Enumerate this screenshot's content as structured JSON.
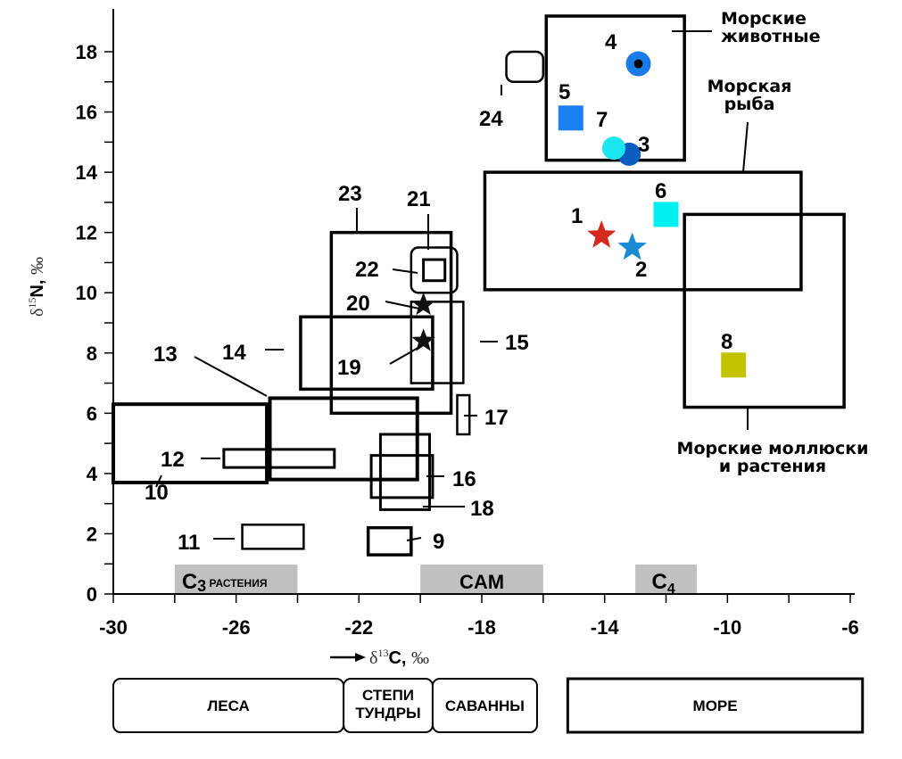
{
  "chart_data": {
    "type": "scatter",
    "title": "",
    "xlabel": "δ13C, ‰",
    "ylabel": "δ15N, ‰",
    "xlim": [
      -30,
      -6
    ],
    "ylim": [
      0,
      19
    ],
    "x_ticks": [
      -30,
      -26,
      -22,
      -18,
      -14,
      -10,
      -6
    ],
    "x_minor_step": 2,
    "y_ticks": [
      0,
      2,
      4,
      6,
      8,
      10,
      12,
      14,
      16,
      18
    ],
    "y_minor_step": 1,
    "grid": false,
    "photosynthesis_bands": [
      {
        "label": "C3",
        "sublabel": "РАСТЕНИЯ",
        "x_range": [
          -28,
          -24
        ]
      },
      {
        "label": "CAM",
        "sublabel": "",
        "x_range": [
          -20,
          -16
        ]
      },
      {
        "label": "C4",
        "sublabel": "",
        "x_range": [
          -13,
          -11
        ]
      }
    ],
    "band_color": "#c0c0c0",
    "range_boxes": [
      {
        "id": "10",
        "x": [
          -30,
          -25
        ],
        "y": [
          3.7,
          6.3
        ]
      },
      {
        "id": "11",
        "x": [
          -25.8,
          -23.8
        ],
        "y": [
          1.5,
          2.3
        ]
      },
      {
        "id": "12",
        "x": [
          -26.4,
          -22.8
        ],
        "y": [
          4.2,
          4.8
        ]
      },
      {
        "id": "13",
        "x": [
          -24.9,
          -20.1
        ],
        "y": [
          3.8,
          6.5
        ]
      },
      {
        "id": "14",
        "x": [
          -23.9,
          -19.6
        ],
        "y": [
          6.8,
          9.2
        ]
      },
      {
        "id": "15",
        "x": [
          -20.3,
          -18.6
        ],
        "y": [
          7.0,
          9.7
        ]
      },
      {
        "id": "16",
        "x": [
          -21.6,
          -19.6
        ],
        "y": [
          3.2,
          4.6
        ]
      },
      {
        "id": "17",
        "x": [
          -18.8,
          -18.4
        ],
        "y": [
          5.3,
          6.6
        ]
      },
      {
        "id": "18",
        "x": [
          -21.3,
          -19.7
        ],
        "y": [
          2.8,
          5.3
        ]
      },
      {
        "id": "9",
        "x": [
          -21.7,
          -20.3
        ],
        "y": [
          1.3,
          2.2
        ]
      },
      {
        "id": "21",
        "x": [
          -20.3,
          -18.8
        ],
        "y": [
          10.0,
          11.5
        ]
      },
      {
        "id": "22",
        "x": [
          -19.9,
          -19.2
        ],
        "y": [
          10.4,
          11.1
        ]
      },
      {
        "id": "23",
        "x": [
          -22.9,
          -19.0
        ],
        "y": [
          6.0,
          12.0
        ]
      },
      {
        "id": "24",
        "x": [
          -17.2,
          -16.0
        ],
        "y": [
          17.0,
          18.0
        ]
      }
    ],
    "group_boxes": [
      {
        "label": "Морские животные",
        "x": [
          -15.9,
          -11.4
        ],
        "y": [
          14.4,
          19.5
        ]
      },
      {
        "label": "Морская рыба",
        "x": [
          -17.9,
          -7.6
        ],
        "y": [
          10.1,
          14.0
        ]
      },
      {
        "label": "Морские моллюски и растения",
        "x": [
          -11.4,
          -6.2
        ],
        "y": [
          6.2,
          12.6
        ]
      }
    ],
    "points": [
      {
        "id": "1",
        "x": -14.1,
        "y": 11.9,
        "marker": "star",
        "color": "#d42a1e"
      },
      {
        "id": "2",
        "x": -13.1,
        "y": 11.5,
        "marker": "star",
        "color": "#1a8ad4"
      },
      {
        "id": "3",
        "x": -13.2,
        "y": 14.6,
        "marker": "circle",
        "color": "#0a5cbf"
      },
      {
        "id": "4",
        "x": -12.9,
        "y": 17.6,
        "marker": "circle-dot",
        "color": "#1a7ae8"
      },
      {
        "id": "5",
        "x": -15.1,
        "y": 15.8,
        "marker": "square",
        "color": "#1a7ff0"
      },
      {
        "id": "6",
        "x": -12.0,
        "y": 12.6,
        "marker": "square",
        "color": "#00f0f0"
      },
      {
        "id": "7",
        "x": -13.7,
        "y": 14.8,
        "marker": "circle",
        "color": "#1ae6f0"
      },
      {
        "id": "8",
        "x": -9.8,
        "y": 7.6,
        "marker": "square",
        "color": "#c3c300"
      },
      {
        "id": "19",
        "x": -19.9,
        "y": 8.4,
        "marker": "star",
        "color": "#111111"
      },
      {
        "id": "20",
        "x": -19.9,
        "y": 9.6,
        "marker": "star",
        "color": "#111111"
      }
    ],
    "biomes": [
      {
        "label": "ЛЕСА",
        "x_range": [
          -30,
          -22.5
        ],
        "rounded": true
      },
      {
        "label": "СТЕПИ ТУНДРЫ",
        "x_range": [
          -22.5,
          -19.6
        ],
        "rounded": true
      },
      {
        "label": "САВАННЫ",
        "x_range": [
          -19.6,
          -16.2
        ],
        "rounded": true
      },
      {
        "label": "МОРЕ",
        "x_range": [
          -15.2,
          -5.6
        ],
        "rounded": false
      }
    ]
  }
}
